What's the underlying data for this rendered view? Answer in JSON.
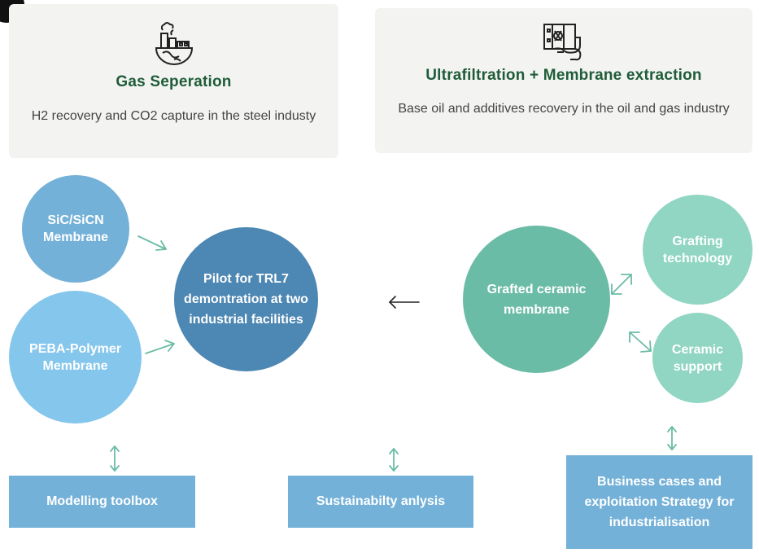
{
  "cards": {
    "gas": {
      "icon": "factory-globe-icon",
      "title": "Gas Seperation",
      "description": "H2 recovery and CO2 capture in the steel industy"
    },
    "ultrafiltration": {
      "icon": "filtration-unit-icon",
      "title": "Ultrafiltration + Membrane extraction",
      "description": "Base oil and additives recovery in the oil and gas industry"
    }
  },
  "nodes": {
    "sic": "SiC/SiCN Membrane",
    "peba": "PEBA-Polymer Membrane",
    "pilot": "Pilot for TRL7 demontration at two industrial facilities",
    "grafted": "Grafted ceramic membrane",
    "grafting_tech": "Grafting technology",
    "ceramic_support": "Ceramic support"
  },
  "boxes": {
    "modelling": "Modelling toolbox",
    "sustainability": "Sustainabilty anlysis",
    "business": "Business cases and exploitation Strategy for industrialisation"
  },
  "colors": {
    "title_green": "#1f5c38",
    "blue_dark": "#4d87b3",
    "blue_mid": "#74b1d8",
    "blue_light": "#85c6ec",
    "teal": "#6bbca6",
    "teal_light": "#91d6c2",
    "arrow": "#6bbca6"
  }
}
